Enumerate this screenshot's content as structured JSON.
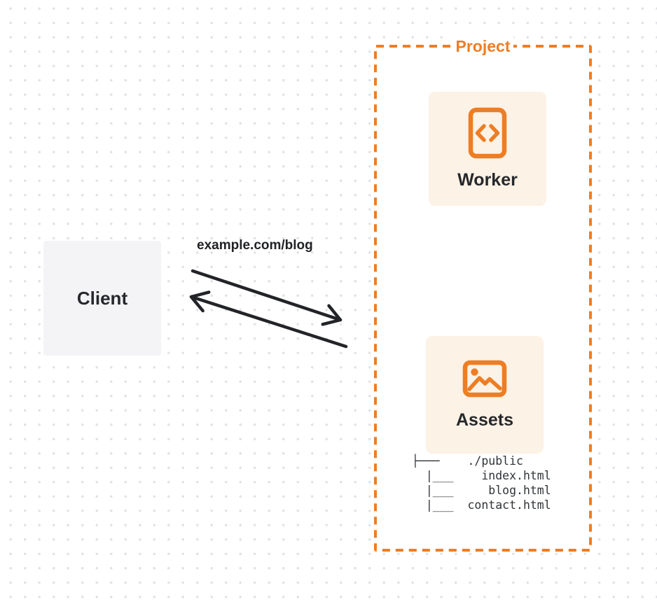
{
  "client": {
    "label": "Client"
  },
  "request": {
    "url_label": "example.com/blog"
  },
  "project": {
    "label": "Project",
    "nodes": [
      {
        "id": "worker",
        "label": "Worker",
        "icon": "code-file-icon"
      },
      {
        "id": "assets",
        "label": "Assets",
        "icon": "image-icon"
      }
    ],
    "file_tree": {
      "lines": [
        "├───    ./public",
        "  |___    index.html",
        "  |___     blog.html",
        "  |___  contact.html"
      ]
    }
  },
  "arrows": [
    {
      "name": "request-arrow",
      "from": "Client",
      "to": "Project"
    },
    {
      "name": "response-arrow",
      "from": "Project",
      "to": "Client"
    }
  ],
  "colors": {
    "accent_orange": "#EE7D23",
    "node_background": "#FDF2E6",
    "client_background": "#F4F4F6",
    "text_dark": "#26282B",
    "arrow": "#232428",
    "dot_grid": "#E3E3E6",
    "background": "#FFFFFF"
  }
}
